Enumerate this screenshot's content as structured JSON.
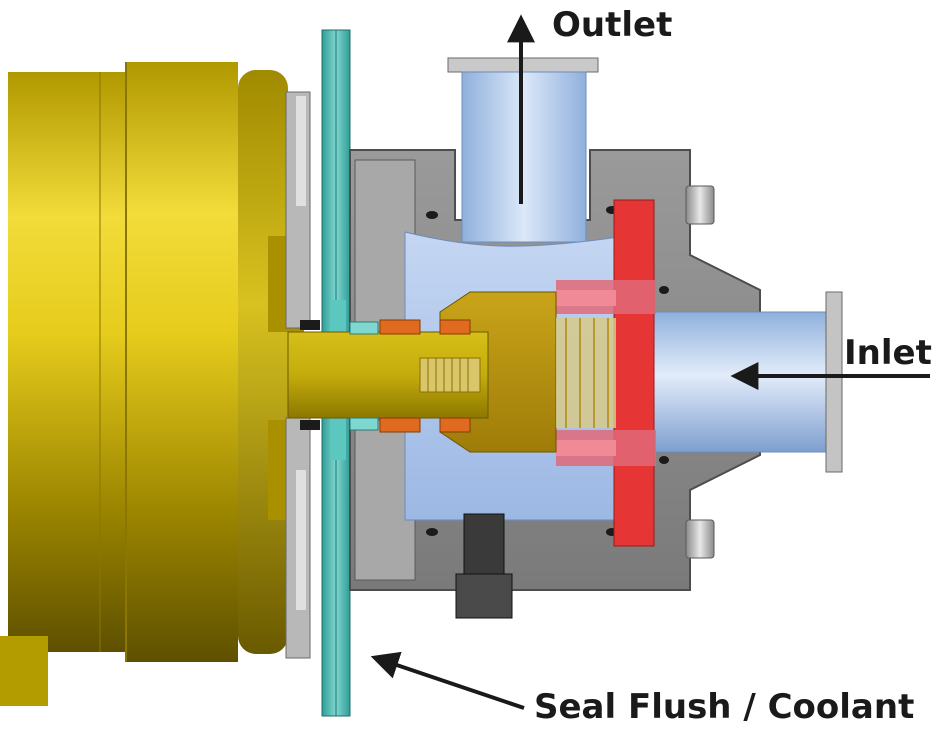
{
  "labels": {
    "outlet": "Outlet",
    "inlet": "Inlet",
    "seal_flush": "Seal Flush / Coolant"
  },
  "colors": {
    "motor": "#c9b20a",
    "housing": "#8c8c8c",
    "seal_plate": "#48b8b0",
    "impeller": "#b8900a",
    "inlet_clamp": "#e63b3b",
    "fluid": "#a9c4ea",
    "arrow": "#1a1a1a"
  }
}
